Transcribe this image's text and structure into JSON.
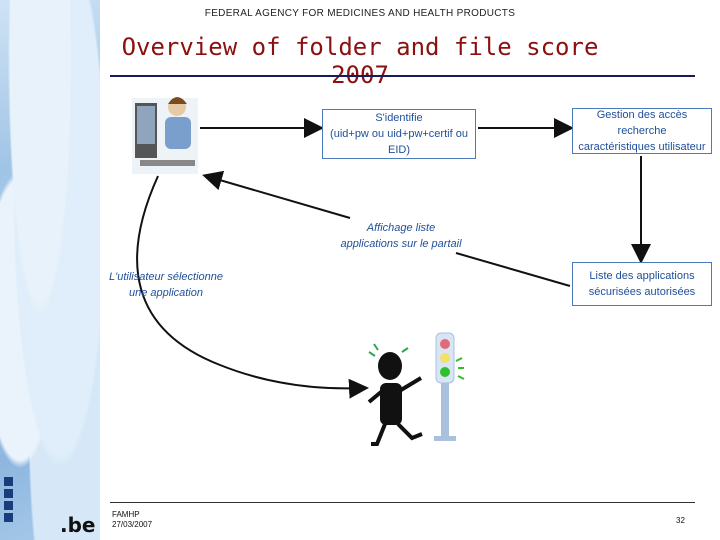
{
  "header": {
    "agency": "FEDERAL AGENCY FOR MEDICINES AND HEALTH PRODUCTS"
  },
  "slide": {
    "title": "Overview of folder and file score 2007"
  },
  "diagram": {
    "box_identify": "S'identifie\n(uid+pw ou uid+pw+certif ou\nEID)",
    "box_access": "Gestion des accès recherche\ncaractéristiques utilisateur",
    "box_apps": "Liste des applications\nsécurisées autorisées",
    "note_display": "Affichage liste\napplications sur le partail",
    "note_select": "L'utilisateur sélectionne\nune application"
  },
  "footer": {
    "org": "FAMHP",
    "date": "27/03/2007",
    "page": "32",
    "logo": ".be"
  },
  "colors": {
    "title": "#8b1010",
    "box_border": "#4a7bbd",
    "box_text": "#1f4f9a",
    "rule": "#1a1a5a"
  }
}
